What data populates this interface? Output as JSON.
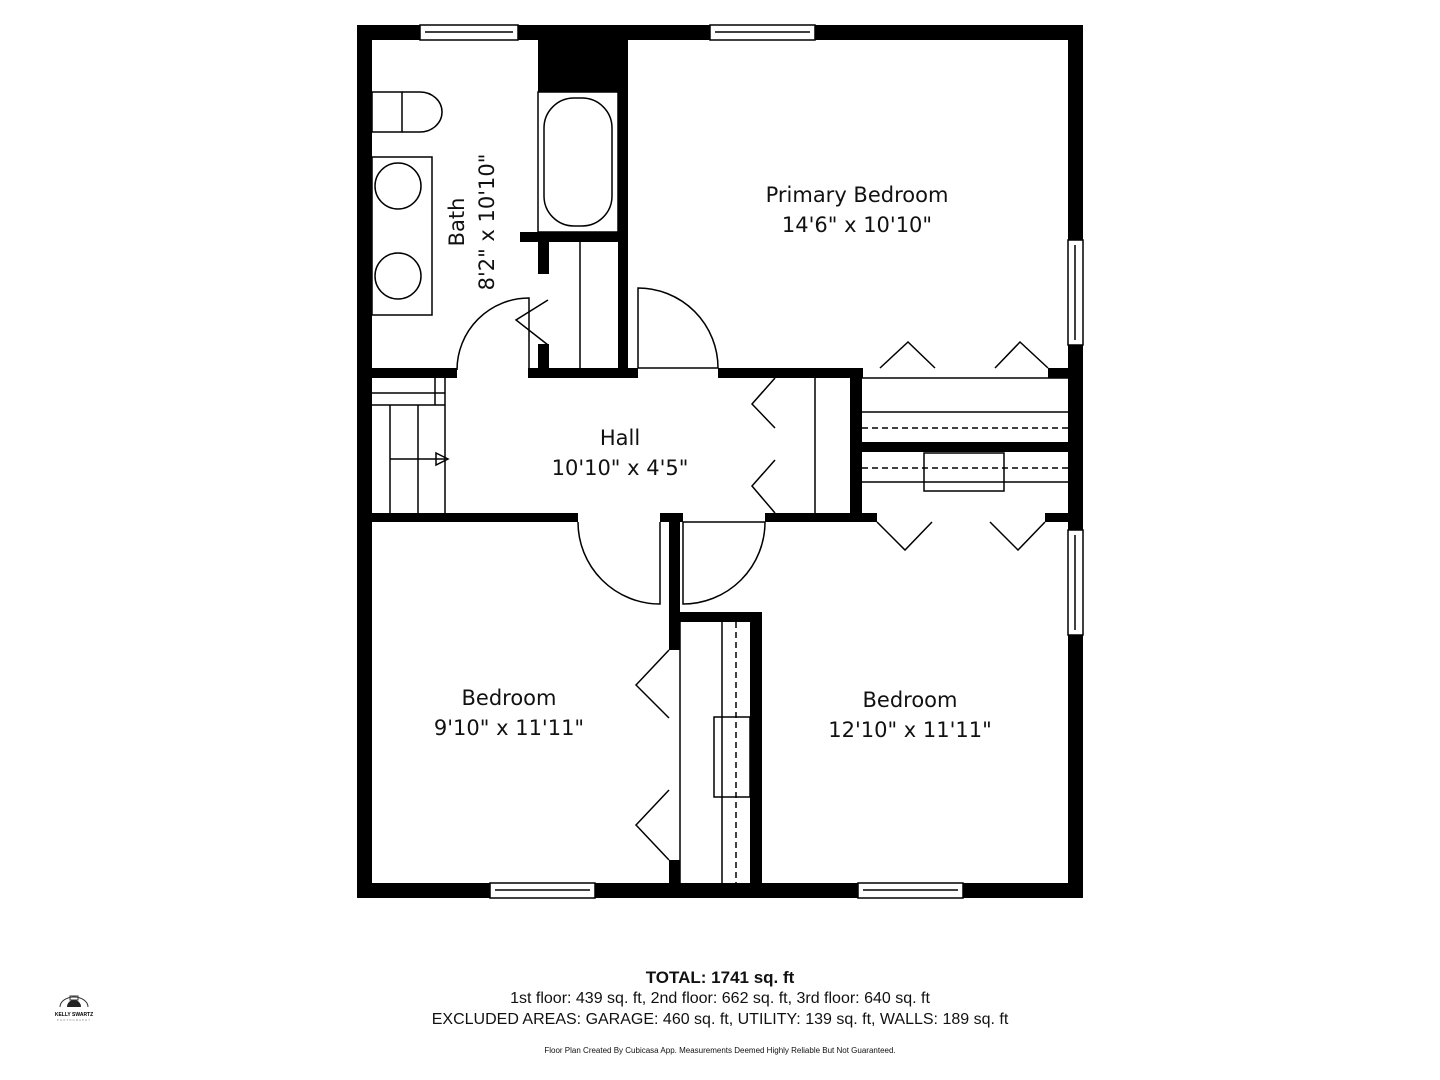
{
  "rooms": [
    {
      "name": "Primary Bedroom",
      "size": "14'6\" x 10'10\""
    },
    {
      "name": "Bath",
      "size": "8'2\" x 10'10\""
    },
    {
      "name": "Hall",
      "size": "10'10\" x 4'5\""
    },
    {
      "name": "Bedroom",
      "size": "9'10\" x 11'11\""
    },
    {
      "name": "Bedroom",
      "size": "12'10\" x 11'11\""
    }
  ],
  "summary": {
    "total": "TOTAL: 1741 sq. ft",
    "floors": "1st floor: 439 sq. ft, 2nd floor: 662 sq. ft, 3rd floor: 640 sq. ft",
    "excluded": "EXCLUDED AREAS: GARAGE: 460 sq. ft, UTILITY: 139 sq. ft, WALLS: 189 sq. ft",
    "disclaimer": "Floor Plan Created By Cubicasa App. Measurements Deemed Highly Reliable But Not Guaranteed."
  },
  "logo": {
    "text": "KELLY SWARTZ",
    "subtext": "PHOTOGRAPHY"
  },
  "colors": {
    "wall": "#000000",
    "background": "#ffffff"
  }
}
